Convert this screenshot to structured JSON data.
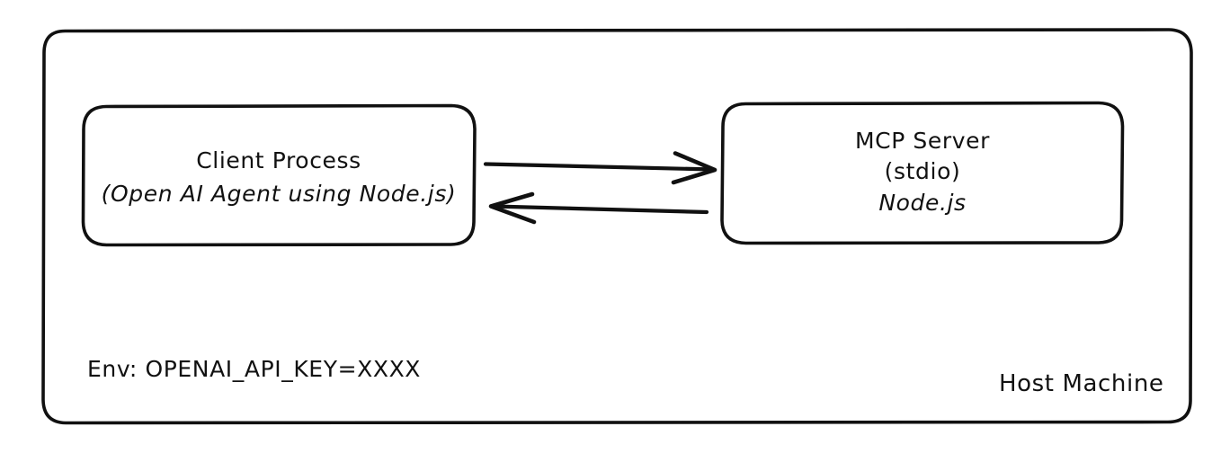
{
  "diagram": {
    "type": "architecture-block-diagram",
    "background_color": "#ffffff",
    "stroke_color": "#111111",
    "style": "hand-drawn",
    "host": {
      "name": "Host Machine",
      "label": "Host Machine",
      "env_label": "Env: OPENAI_API_KEY=XXXX",
      "env_var_name": "OPENAI_API_KEY",
      "env_var_value": "XXXX"
    },
    "nodes": [
      {
        "id": "client-process",
        "lines": [
          "Client Process",
          "(Open AI Agent using Node.js)"
        ],
        "line1": "Client Process",
        "line2": "(Open AI Agent using Node.js)"
      },
      {
        "id": "mcp-server",
        "lines": [
          "MCP Server",
          "(stdio)",
          "Node.js"
        ],
        "line1": "MCP Server",
        "line2": "(stdio)",
        "line3": "Node.js"
      }
    ],
    "edges": [
      {
        "id": "request-arrow",
        "direction": "right",
        "from": "client-process",
        "to": "mcp-server",
        "label": ""
      },
      {
        "id": "response-arrow",
        "direction": "left",
        "from": "mcp-server",
        "to": "client-process",
        "label": ""
      }
    ]
  }
}
